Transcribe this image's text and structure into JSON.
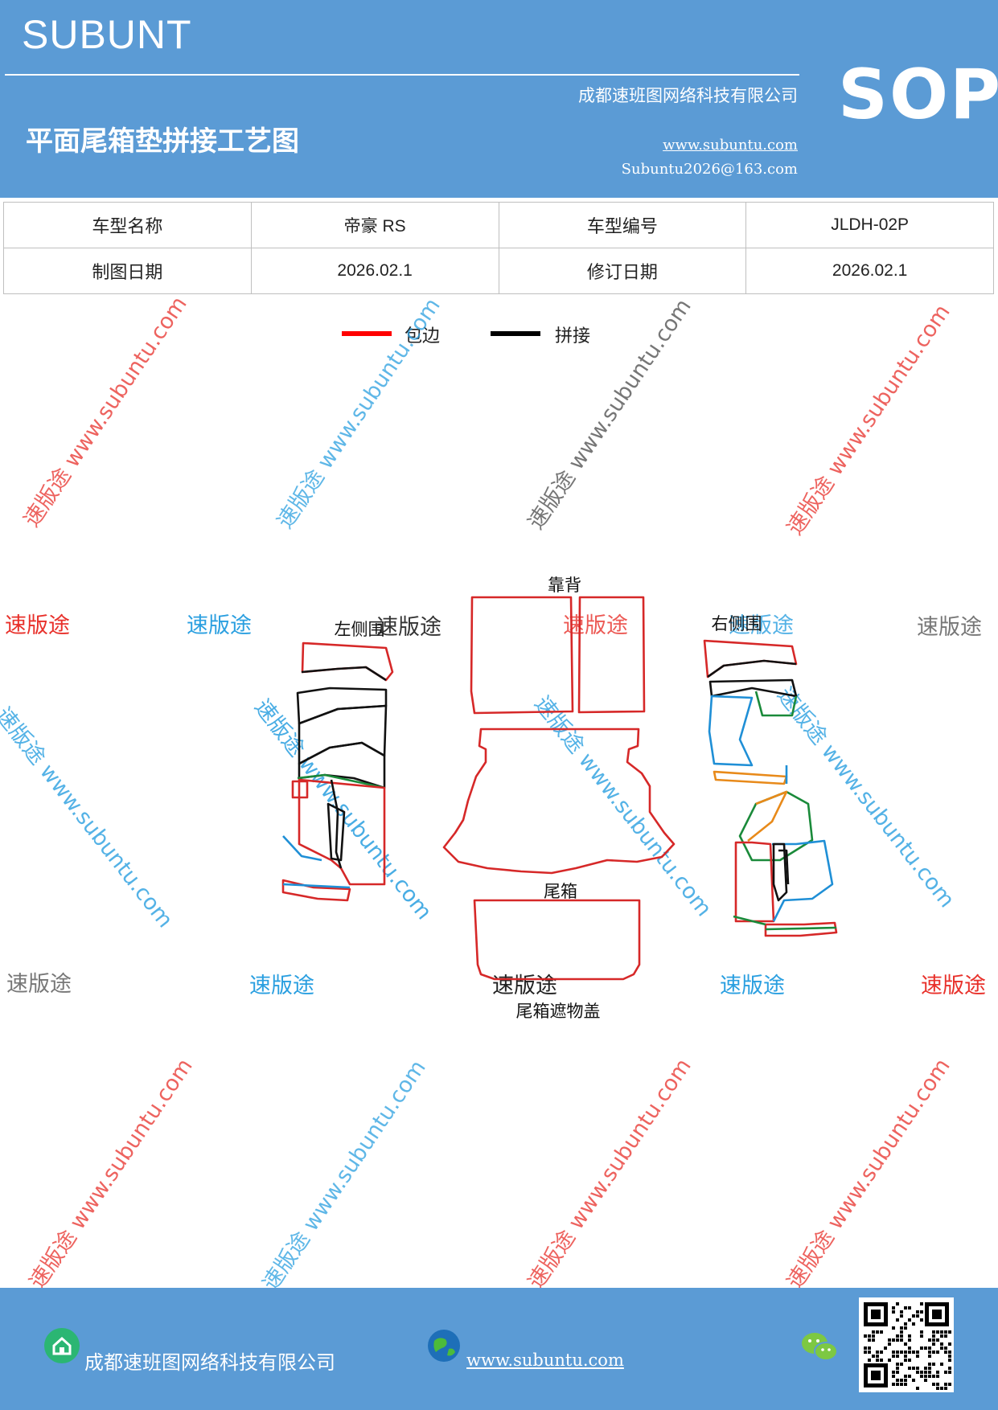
{
  "header": {
    "brand": "SUBUNT",
    "company": "成都速班图网络科技有限公司",
    "title": "平面尾箱垫拼接工艺图",
    "website": "www.subuntu.com",
    "email": "Subuntu2026@163.com",
    "badge": "SOP"
  },
  "info_table": {
    "rows": [
      [
        "车型名称",
        "帝豪 RS",
        "车型编号",
        "JLDH-02P"
      ],
      [
        "制图日期",
        "2026.02.1",
        "修订日期",
        "2026.02.1"
      ]
    ]
  },
  "legend": {
    "items": [
      {
        "label": "包边",
        "color": "#ff0000"
      },
      {
        "label": "拼接",
        "color": "#000000"
      }
    ]
  },
  "diagram": {
    "labels": {
      "backrest": "靠背",
      "left_side": "左侧围",
      "right_side": "右侧围",
      "trunk": "尾箱",
      "cover": "尾箱遮物盖"
    },
    "colors": {
      "edge": "#d62828",
      "seam": "#111111",
      "blue": "#1f8fd6",
      "green": "#1a8a3a",
      "orange": "#e88a1a"
    }
  },
  "watermarks": {
    "brand": "速版途",
    "diagonal": "速版途 www.subuntu.com",
    "colors": {
      "red": "#e8302a",
      "blue": "#2a9fe0",
      "gray": "#777777"
    }
  },
  "footer": {
    "company": "成都速班图网络科技有限公司",
    "website": "www.subuntu.com",
    "icons": [
      "home-icon",
      "globe-icon",
      "wechat-icon",
      "qr-code"
    ]
  }
}
